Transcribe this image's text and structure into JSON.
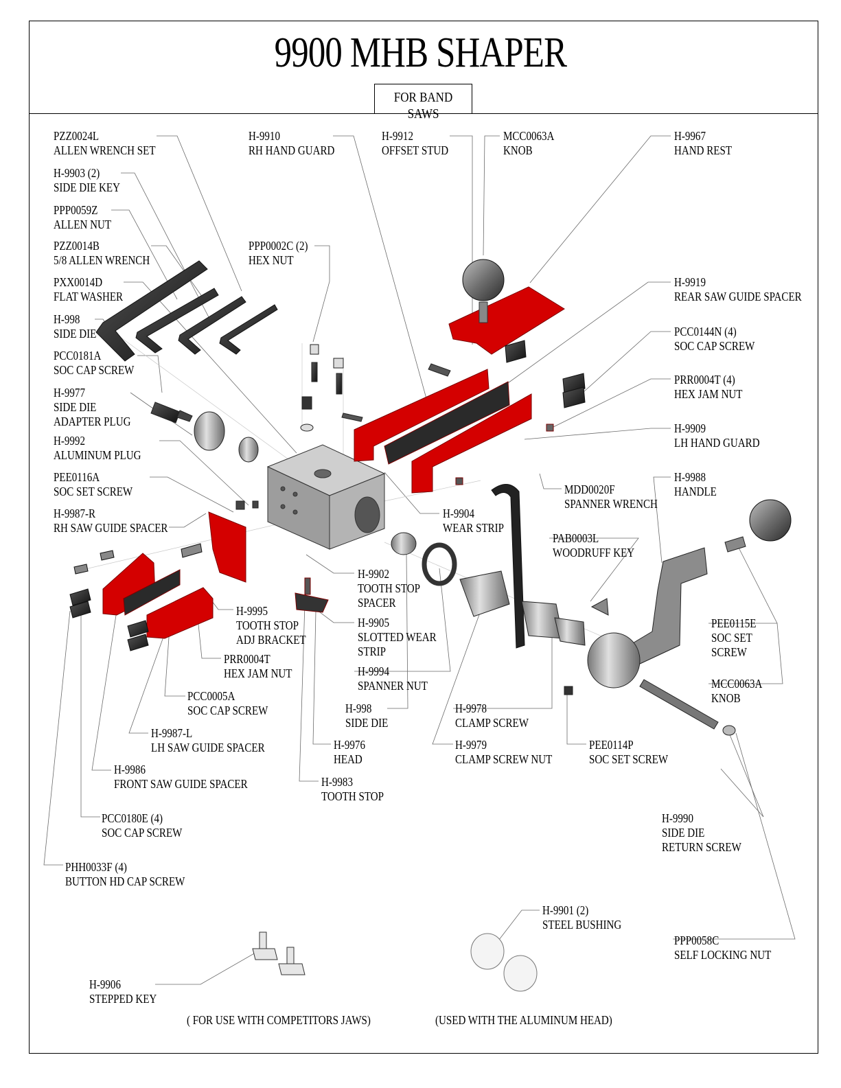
{
  "title": "9900 MHB SHAPER",
  "subtitle": "FOR BAND SAWS",
  "parts": {
    "pzz0024l": {
      "part": "PZZ0024L",
      "name": "ALLEN WRENCH SET"
    },
    "h9903": {
      "part": "H-9903 (2)",
      "name": "SIDE DIE KEY"
    },
    "ppp0059z": {
      "part": "PPP0059Z",
      "name": "ALLEN NUT"
    },
    "pzz0014b": {
      "part": "PZZ0014B",
      "name": "5/8 ALLEN WRENCH"
    },
    "pxx0014d": {
      "part": "PXX0014D",
      "name": "FLAT WASHER"
    },
    "h998a": {
      "part": "H-998",
      "name": "SIDE DIE"
    },
    "pcc0181a": {
      "part": "PCC0181A",
      "name": "SOC CAP SCREW"
    },
    "h9977": {
      "part": "H-9977",
      "name": "SIDE DIE",
      "name2": "ADAPTER PLUG"
    },
    "h9992": {
      "part": "H-9992",
      "name": "ALUMINUM PLUG"
    },
    "pee0116a": {
      "part": "PEE0116A",
      "name": "SOC SET SCREW"
    },
    "h9987r": {
      "part": "H-9987-R",
      "name": "RH SAW GUIDE SPACER"
    },
    "h9910": {
      "part": "H-9910",
      "name": "RH HAND GUARD"
    },
    "ppp0002c": {
      "part": "PPP0002C (2)",
      "name": "HEX NUT"
    },
    "h9912": {
      "part": "H-9912",
      "name": "OFFSET STUD"
    },
    "mcc0063a_top": {
      "part": "MCC0063A",
      "name": "KNOB"
    },
    "h9967": {
      "part": "H-9967",
      "name": "HAND REST"
    },
    "h9919": {
      "part": "H-9919",
      "name": "REAR SAW GUIDE SPACER"
    },
    "pcc0144n": {
      "part": "PCC0144N (4)",
      "name": "SOC CAP SCREW"
    },
    "prr0004t4": {
      "part": "PRR0004T (4)",
      "name": "HEX JAM NUT"
    },
    "h9909": {
      "part": "H-9909",
      "name": "LH HAND GUARD"
    },
    "mdd0020f": {
      "part": "MDD0020F",
      "name": "SPANNER WRENCH"
    },
    "h9988": {
      "part": "H-9988",
      "name": "HANDLE"
    },
    "h9904": {
      "part": "H-9904",
      "name": "WEAR STRIP"
    },
    "pab0003l": {
      "part": "PAB0003L",
      "name": "WOODRUFF KEY"
    },
    "h9902": {
      "part": "H-9902",
      "name": "TOOTH STOP",
      "name2": "SPACER"
    },
    "h9905": {
      "part": "H-9905",
      "name": "SLOTTED WEAR",
      "name2": "STRIP"
    },
    "h9994": {
      "part": "H-9994",
      "name": "SPANNER NUT"
    },
    "h998b": {
      "part": "H-998",
      "name": "SIDE DIE"
    },
    "h9995": {
      "part": "H-9995",
      "name": "TOOTH STOP",
      "name2": "ADJ BRACKET"
    },
    "prr0004t": {
      "part": "PRR0004T",
      "name": "HEX JAM NUT"
    },
    "pcc0005a": {
      "part": "PCC0005A",
      "name": "SOC CAP SCREW"
    },
    "h9987l": {
      "part": "H-9987-L",
      "name": "LH SAW GUIDE SPACER"
    },
    "h9986": {
      "part": "H-9986",
      "name": "FRONT SAW GUIDE SPACER"
    },
    "pcc0180e": {
      "part": "PCC0180E (4)",
      "name": "SOC CAP SCREW"
    },
    "phh0033f": {
      "part": "PHH0033F (4)",
      "name": "BUTTON HD CAP SCREW"
    },
    "h9976": {
      "part": "H-9976",
      "name": "HEAD"
    },
    "h9983": {
      "part": "H-9983",
      "name": "TOOTH STOP"
    },
    "h9978": {
      "part": "H-9978",
      "name": "CLAMP SCREW"
    },
    "h9979": {
      "part": "H-9979",
      "name": "CLAMP SCREW NUT"
    },
    "pee0114p": {
      "part": "PEE0114P",
      "name": "SOC SET SCREW"
    },
    "pee0115e": {
      "part": "PEE0115E",
      "name": "SOC SET",
      "name2": "SCREW"
    },
    "mcc0063a_right": {
      "part": "MCC0063A",
      "name": "KNOB"
    },
    "h9990": {
      "part": "H-9990",
      "name": "SIDE DIE",
      "name2": "RETURN SCREW"
    },
    "h9901": {
      "part": "H-9901  (2)",
      "name": "STEEL BUSHING"
    },
    "ppp0058c": {
      "part": "PPP0058C",
      "name": "SELF LOCKING NUT"
    },
    "h9906": {
      "part": "H-9906",
      "name": "STEPPED KEY"
    }
  },
  "footnotes": {
    "competitors": "( FOR USE WITH COMPETITORS JAWS)",
    "aluminum": "(USED WITH THE ALUMINUM HEAD)"
  },
  "colors": {
    "red_parts": "#d40000",
    "head_gray": "#9c9c9c",
    "dark_parts": "#2b2b2b"
  }
}
